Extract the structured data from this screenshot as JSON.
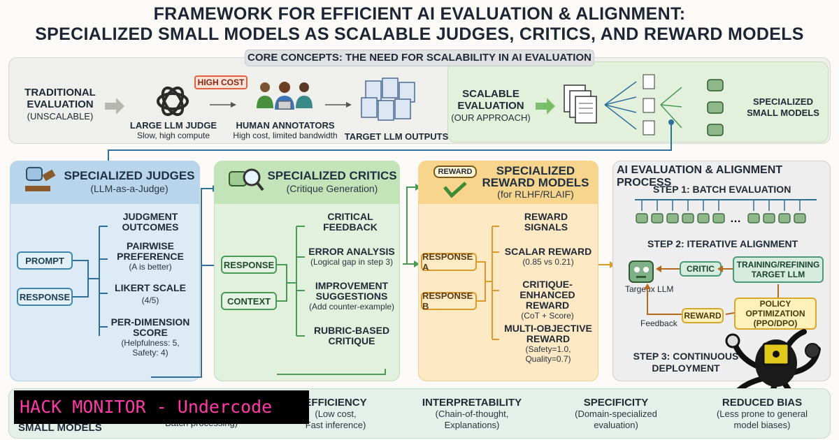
{
  "title": {
    "line1": "FRAMEWORK FOR EFFICIENT AI EVALUATION & ALIGNMENT:",
    "line2": "SPECIALIZED SMALL MODELS AS SCALABLE JUDGES, CRITICS, AND REWARD MODELS"
  },
  "core": {
    "heading": "CORE CONCEPTS: THE NEED FOR SCALABILITY IN AI EVALUATION",
    "traditional": {
      "title_1": "TRADITIONAL",
      "title_2": "EVALUATION",
      "sub": "(UNSCALABLE)"
    },
    "high_cost": "HIGH COST",
    "llm_judge": {
      "title": "LARGE LLM JUDGE",
      "sub": "Slow, high compute"
    },
    "annotators": {
      "title": "HUMAN ANNOTATORS",
      "sub": "High cost, limited bandwidth"
    },
    "outputs": "TARGET LLM OUTPUTS",
    "scalable": {
      "title_1": "SCALABLE",
      "title_2": "EVALUATION",
      "sub": "(OUR APPROACH)"
    },
    "small_models": {
      "line1": "SPECIALIZED",
      "line2": "SMALL MODELS"
    }
  },
  "judges": {
    "title": "SPECIALIZED JUDGES",
    "sub": "(LLM-as-a-Judge)",
    "inputs": [
      "PROMPT",
      "RESPONSE"
    ],
    "outcomes_title_1": "JUDGMENT",
    "outcomes_title_2": "OUTCOMES",
    "items": [
      {
        "t1": "PAIRWISE",
        "t2": "PREFERENCE",
        "s1": "(A is better)",
        "s2": ""
      },
      {
        "t1": "LIKERT SCALE",
        "t2": "",
        "s1": "(4/5)",
        "s2": ""
      },
      {
        "t1": "PER-DIMENSION",
        "t2": "SCORE",
        "s1": "(Helpfulness: 5,",
        "s2": "Safety: 4)"
      }
    ]
  },
  "critics": {
    "title": "SPECIALIZED CRITICS",
    "sub": "(Critique Generation)",
    "inputs": [
      "RESPONSE",
      "CONTEXT"
    ],
    "feedback_title_1": "CRITICAL",
    "feedback_title_2": "FEEDBACK",
    "items": [
      {
        "t1": "ERROR ANALYSIS",
        "t2": "",
        "s1": "(Logical gap in step 3)"
      },
      {
        "t1": "IMPROVEMENT",
        "t2": "SUGGESTIONS",
        "s1": "(Add counter-example)"
      },
      {
        "t1": "RUBRIC-BASED",
        "t2": "CRITIQUE",
        "s1": ""
      }
    ]
  },
  "reward": {
    "badge": "REWARD",
    "title_1": "SPECIALIZED",
    "title_2": "REWARD MODELS",
    "sub": "(for RLHF/RLAIF)",
    "inputs": [
      "RESPONSE A",
      "RESPONSE B"
    ],
    "signals_title_1": "REWARD",
    "signals_title_2": "SIGNALS",
    "items": [
      {
        "t1": "SCALAR REWARD",
        "t2": "",
        "s1": "(0.85 vs 0.21)",
        "s2": ""
      },
      {
        "t1": "CRITIQUE-ENHANCED",
        "t2": "REWARD",
        "s1": "(CoT + Score)",
        "s2": ""
      },
      {
        "t1": "MULTI-OBJECTIVE",
        "t2": "REWARD",
        "s1": "(Safety=1.0,",
        "s2": "Quality=0.7)"
      }
    ]
  },
  "process": {
    "title": "AI EVALUATION & ALIGNMENT PROCESS",
    "step1": "STEP 1: BATCH EVALUATION",
    "step2": "STEP 2: ITERATIVE ALIGNMENT",
    "critic": "CRITIC",
    "training_1": "TRAINING/REFINING",
    "training_2": "TARGET LLM",
    "target_llm": "Targeux LLM",
    "reward": "REWARD",
    "feedback": "Feedback",
    "policy_1": "POLICY",
    "policy_2": "OPTIMIZATION",
    "policy_3": "(PPO/DPO)",
    "step3_1": "STEP 3: CONTINUOUS",
    "step3_2": "DEPLOYMENT"
  },
  "benefits": {
    "label_2": "SMALL MODELS",
    "items": [
      {
        "title": "EFFICIENCY",
        "s1": "(Low cost,",
        "s2": "Fast inference)",
        "pre": "Batch processing)"
      },
      {
        "title": "INTERPRETABILITY",
        "s1": "(Chain-of-thought,",
        "s2": "Explanations)"
      },
      {
        "title": "SPECIFICITY",
        "s1": "(Domain-specialized",
        "s2": "evaluation)"
      },
      {
        "title": "REDUCED BIAS",
        "s1": "(Less prone to general",
        "s2": "model biases)"
      }
    ]
  },
  "watermark": "HACK MONITOR - Undercode",
  "colors": {
    "judges_bg": "#dcebf6",
    "critics_bg": "#e2f1dd",
    "reward_bg": "#fde9c4",
    "process_bg": "#eeeeee",
    "watermark_text": "#ff3aa8",
    "watermark_bg": "#000000"
  }
}
